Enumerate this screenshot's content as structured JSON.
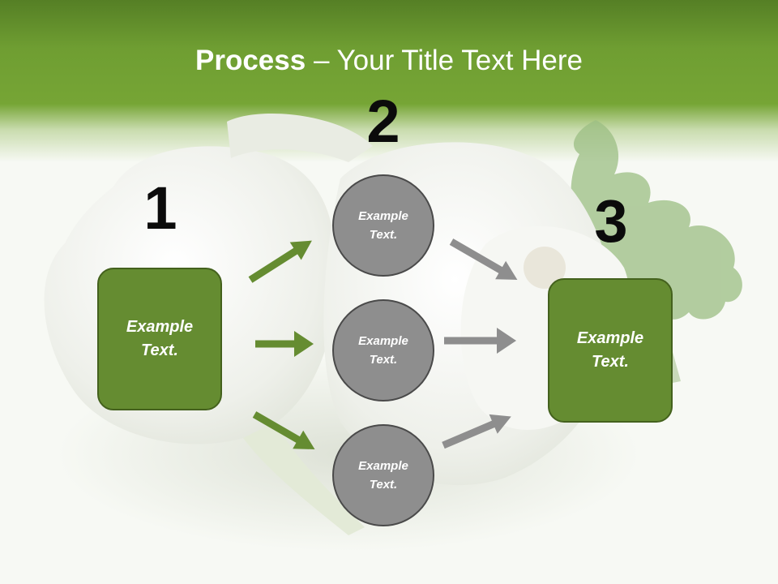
{
  "title": {
    "bold": "Process",
    "rest": " – Your Title Text Here"
  },
  "steps": [
    {
      "number": "1",
      "label": "Example Text."
    },
    {
      "number": "2",
      "items": [
        "Example Text.",
        "Example Text.",
        "Example Text."
      ]
    },
    {
      "number": "3",
      "label": "Example Text."
    }
  ],
  "colors": {
    "header_green": "#76a535",
    "box_green": "#658c31",
    "circle_gray": "#8e8e8e",
    "arrow_green": "#658c31",
    "arrow_gray": "#8e8e8e"
  },
  "background_image": "garlic-bulbs-with-parsley-leaf"
}
